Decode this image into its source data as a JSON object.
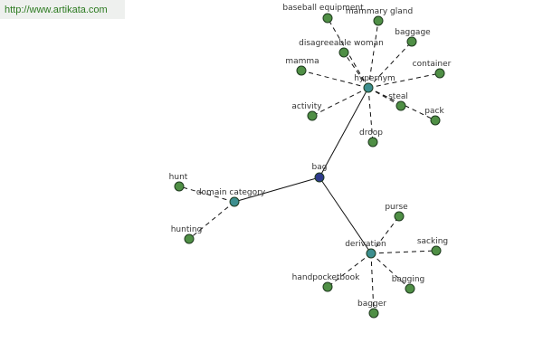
{
  "header": {
    "url_text": "http://www.artikata.com"
  },
  "colors": {
    "leaf": "#4f8f45",
    "relation": "#3d8f8f",
    "center": "#2e3a8c",
    "edge": "#111111",
    "node_stroke": "#1e3a1e"
  },
  "graph": {
    "center": {
      "label": "bag"
    },
    "relations": [
      {
        "id": "hypernym",
        "label": "hypernym"
      },
      {
        "id": "domain",
        "label": "domain category"
      },
      {
        "id": "derivation",
        "label": "derivation"
      }
    ],
    "leaves": [
      {
        "label": "baseball equipment",
        "relation": "hypernym"
      },
      {
        "label": "mammary gland",
        "relation": "hypernym"
      },
      {
        "label": "baggage",
        "relation": "hypernym"
      },
      {
        "label": "disagreeable woman",
        "relation": "hypernym"
      },
      {
        "label": "mamma",
        "relation": "hypernym"
      },
      {
        "label": "container",
        "relation": "hypernym"
      },
      {
        "label": "steal",
        "relation": "hypernym"
      },
      {
        "label": "pack",
        "relation": "hypernym"
      },
      {
        "label": "activity",
        "relation": "hypernym"
      },
      {
        "label": "droop",
        "relation": "hypernym"
      },
      {
        "label": "hunt",
        "relation": "domain"
      },
      {
        "label": "hunting",
        "relation": "domain"
      },
      {
        "label": "purse",
        "relation": "derivation"
      },
      {
        "label": "sacking",
        "relation": "derivation"
      },
      {
        "label": "handpocketbook",
        "relation": "derivation"
      },
      {
        "label": "bagging",
        "relation": "derivation"
      },
      {
        "label": "bagger",
        "relation": "derivation"
      }
    ]
  }
}
